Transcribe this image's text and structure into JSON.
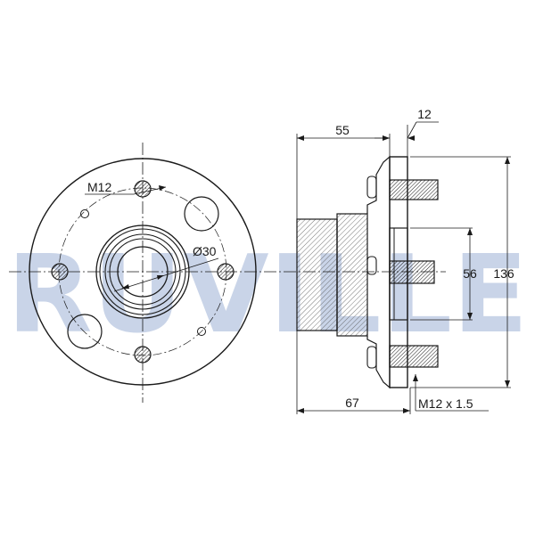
{
  "watermark": {
    "text": "RUVILLE",
    "color": "#c9d4e8"
  },
  "line_color": "#1a1a1a",
  "front_view": {
    "stud_thread_label": "M12",
    "bore_diameter_label": "Ø30"
  },
  "side_view": {
    "dim_flange_offset": "55",
    "dim_flange_thickness": "12",
    "dim_pilot_diameter": "56",
    "dim_flange_diameter": "136",
    "dim_overall_length": "67",
    "dim_stud_thread": "M12 x 1.5"
  }
}
